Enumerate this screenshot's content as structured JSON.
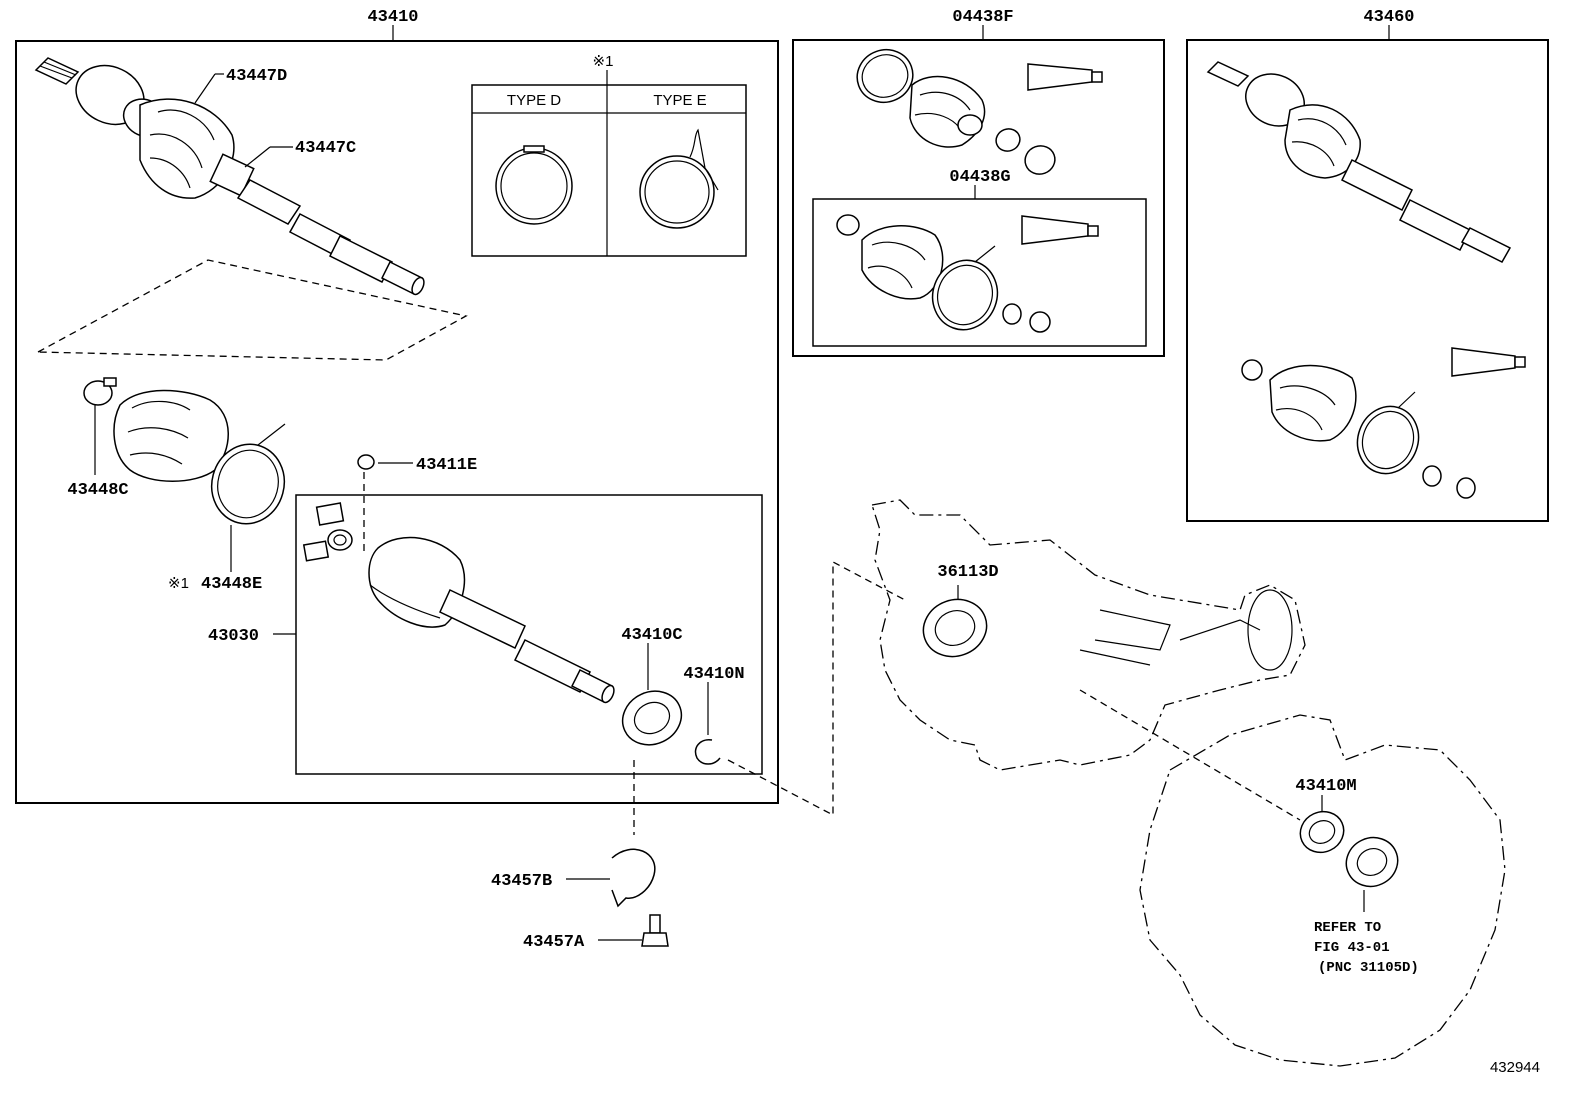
{
  "assemblies": {
    "main": "43410",
    "boot_kit_f": "04438F",
    "boot_kit_g": "04438G",
    "right_shaft": "43460"
  },
  "note_symbol": "※1",
  "band_types": {
    "header_d": "TYPE D",
    "header_e": "TYPE E"
  },
  "parts": {
    "p43447D": "43447D",
    "p43447C": "43447C",
    "p43448C": "43448C",
    "p43448E_mark": "※1",
    "p43448E": "43448E",
    "p43411E": "43411E",
    "p43030": "43030",
    "p43410C": "43410C",
    "p43410N": "43410N",
    "p43457B": "43457B",
    "p43457A": "43457A",
    "p36113D": "36113D",
    "p43410M": "43410M"
  },
  "reference": {
    "line1": "REFER TO",
    "line2": "FIG 43-01",
    "line3": "(PNC 31105D)"
  },
  "figure_id": "432944"
}
